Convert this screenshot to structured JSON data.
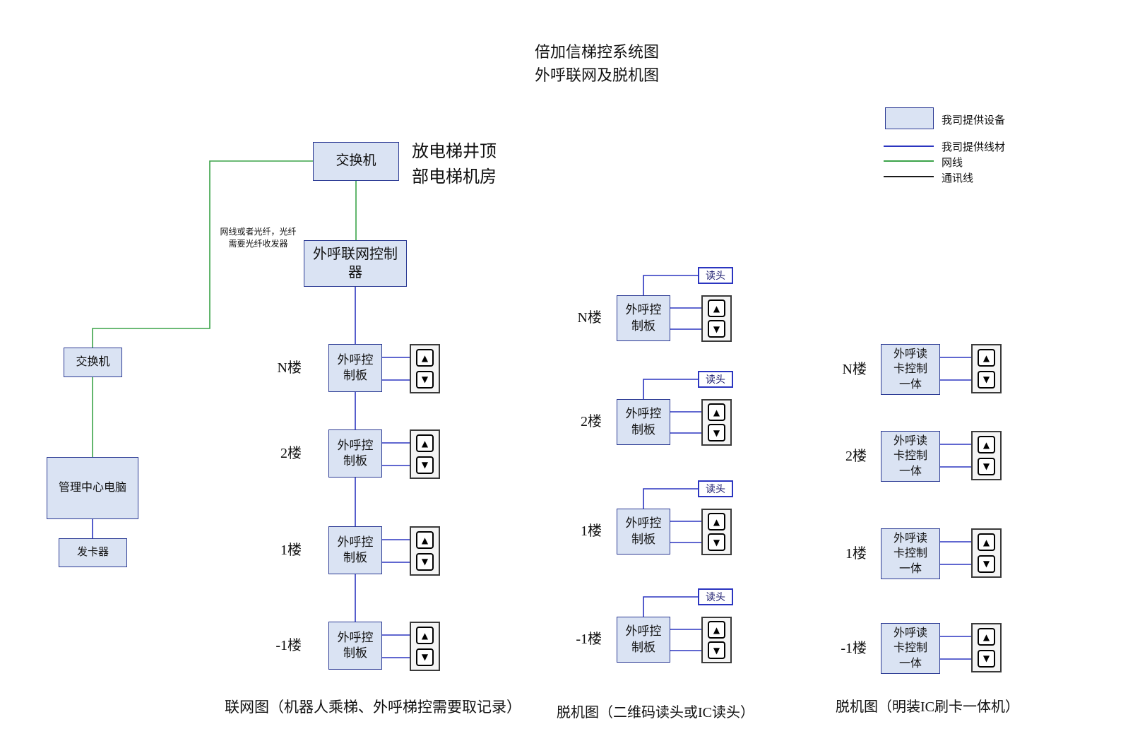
{
  "title": "倍加信梯控系统图\n外呼联网及脱机图",
  "legend": {
    "device": "我司提供设备",
    "our_cable": "我司提供线材",
    "network_cable": "网线",
    "comm_cable": "通讯线"
  },
  "colors": {
    "box_fill": "#dae3f3",
    "box_border": "#2b3a94",
    "blue_line": "#2b35c0",
    "green_line": "#3ba349",
    "black_line": "#1a1a1a"
  },
  "network_diagram": {
    "top_switch": "交换机",
    "machine_room_note": "放电梯井顶\n部电梯机房",
    "cable_note": "网线或者光纤，光纤\n需要光纤收发器",
    "controller": "外呼联网控制\n器",
    "left_switch": "交换机",
    "management_pc": "管理中心电脑",
    "card_issuer": "发卡器",
    "board": "外呼控\n制板",
    "floors": [
      "N楼",
      "2楼",
      "1楼",
      "-1楼"
    ],
    "caption": "联网图（机器人乘梯、外呼梯控需要取记录）"
  },
  "offline_reader_diagram": {
    "board": "外呼控\n制板",
    "reader": "读头",
    "floors": [
      "N楼",
      "2楼",
      "1楼",
      "-1楼"
    ],
    "caption": "脱机图（二维码读头或IC读头）"
  },
  "offline_allinone_diagram": {
    "unit": "外呼读\n卡控制\n一体",
    "floors": [
      "N楼",
      "2楼",
      "1楼",
      "-1楼"
    ],
    "caption": "脱机图（明装IC刷卡一体机）"
  },
  "icons": {
    "up_arrow": "▲",
    "down_arrow": "▼"
  }
}
